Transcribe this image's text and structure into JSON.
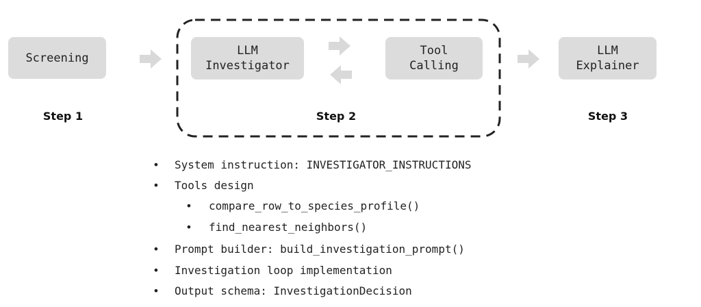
{
  "colors": {
    "box_fill": "#dcdcdc",
    "arrow_fill": "#d9d9d9",
    "dashed_border": "#222222",
    "text": "#222222"
  },
  "steps": {
    "step1": "Step 1",
    "step2": "Step 2",
    "step3": "Step 3"
  },
  "boxes": {
    "screening": "Screening",
    "investigator": "LLM\nInvestigator",
    "tool_calling": "Tool\nCalling",
    "explainer": "LLM\nExplainer"
  },
  "icons": {
    "flow_arrow": "right-arrow-icon",
    "back_arrow": "left-arrow-icon"
  },
  "bullets": {
    "marker": "•",
    "items": [
      "System instruction: INVESTIGATOR_INSTRUCTIONS",
      "Tools design",
      "compare_row_to_species_profile()",
      "find_nearest_neighbors()",
      "Prompt builder: build_investigation_prompt()",
      "Investigation loop implementation",
      "Output schema: InvestigationDecision"
    ]
  }
}
